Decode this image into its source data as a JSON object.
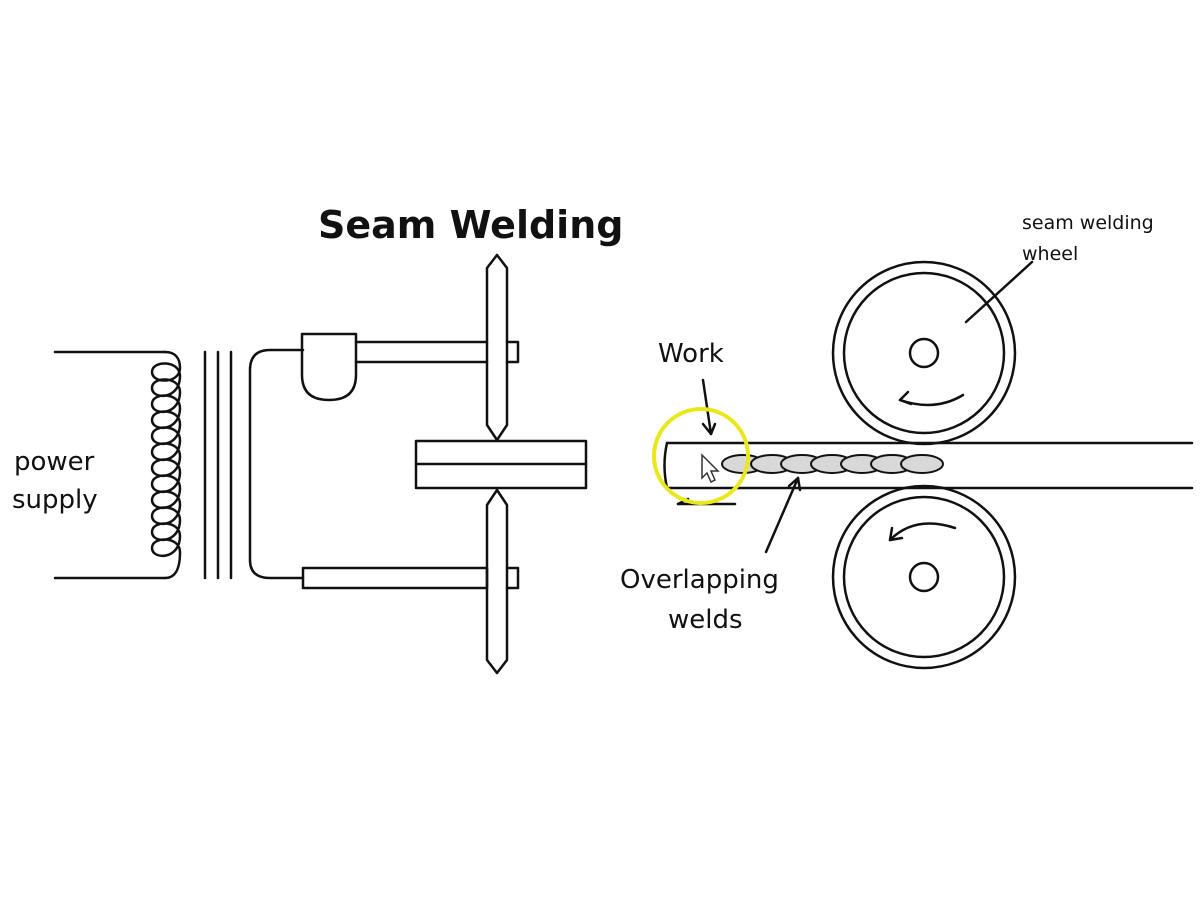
{
  "diagram": {
    "title": "Seam Welding",
    "labels": {
      "power_supply_line1": "power",
      "power_supply_line2": "supply",
      "work": "Work",
      "overlapping_line1": "Overlapping",
      "overlapping_line2": "welds",
      "wheel_line1": "seam welding",
      "wheel_line2": "wheel"
    },
    "colors": {
      "line": "#111111",
      "highlight": "#e8e81a",
      "weld_fill": "#d8d8d8"
    },
    "weld_count": 7
  }
}
